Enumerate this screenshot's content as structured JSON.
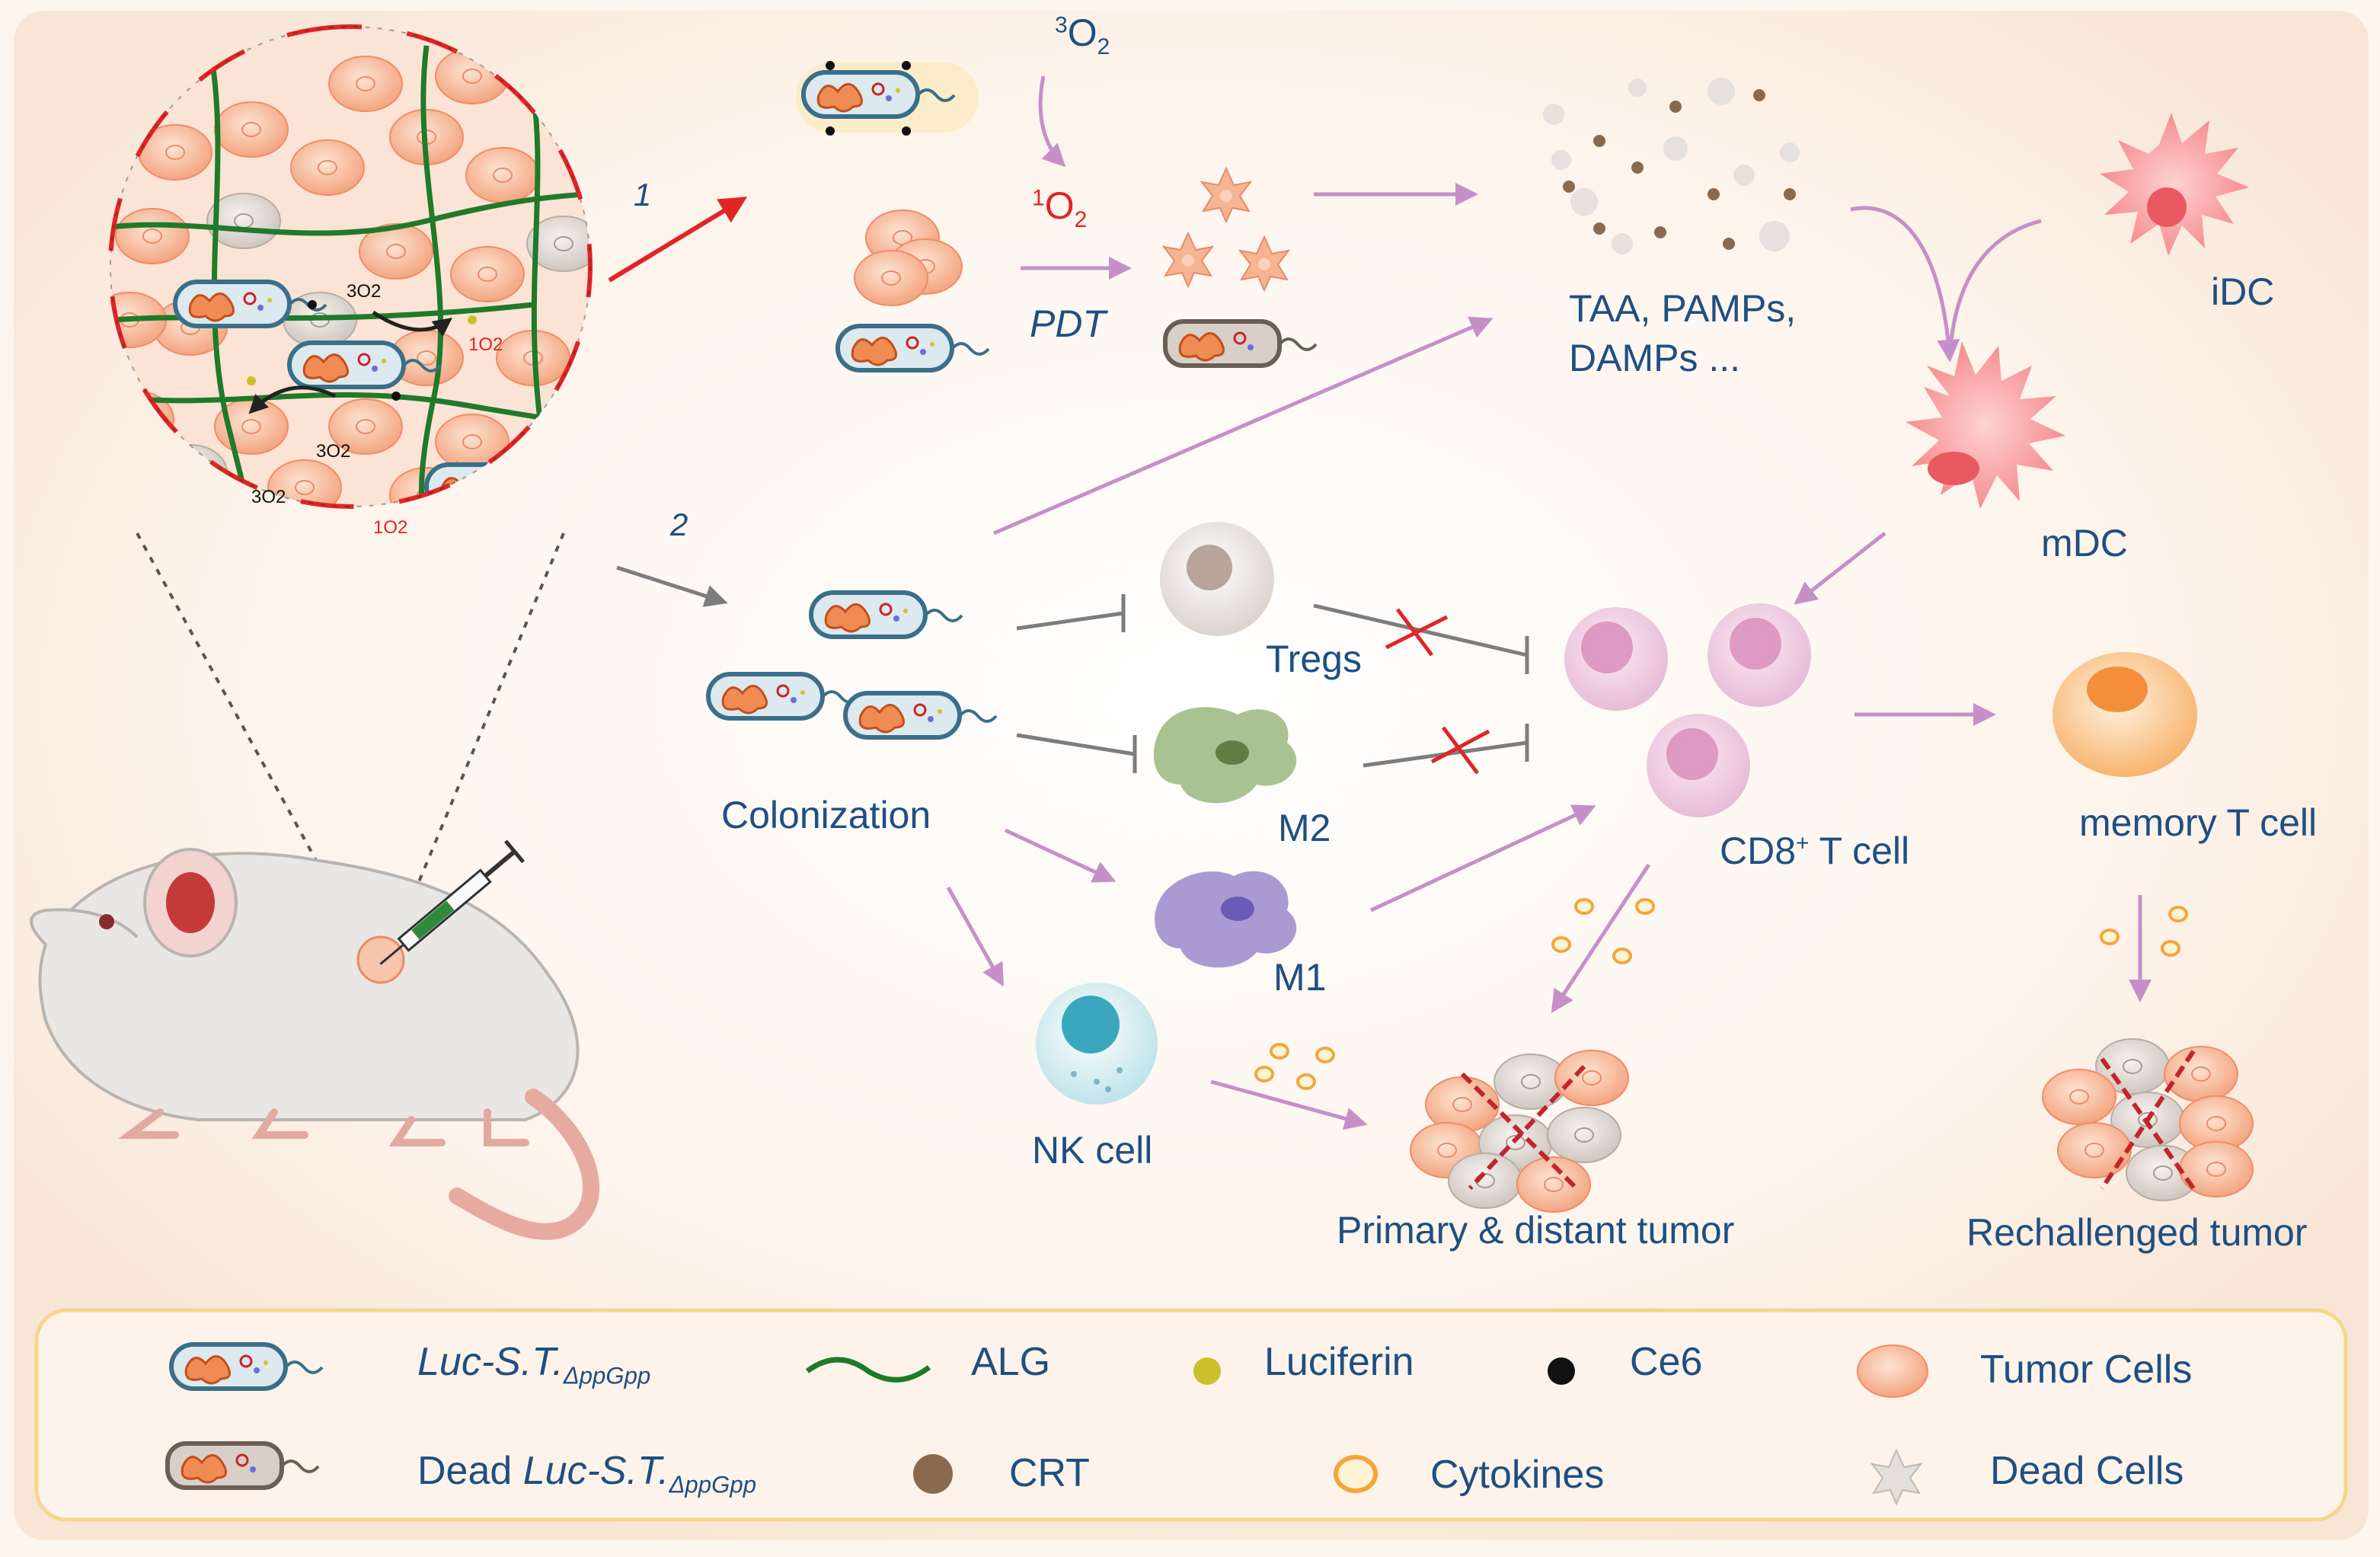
{
  "labels": {
    "step1": "1",
    "step2": "2",
    "o2_ground": "3O2",
    "o2_singlet": "1O2",
    "pdt": "PDT",
    "antigens_line1": "TAA, PAMPs,",
    "antigens_line2": "DAMPs ...",
    "idc": "iDC",
    "mdc": "mDC",
    "colonization": "Colonization",
    "tregs": "Tregs",
    "m2": "M2",
    "m1": "M1",
    "nk_cell": "NK cell",
    "cd8_pre": "CD8",
    "cd8_sup": "+",
    "cd8_post": " T cell",
    "memory_t": "memory T cell",
    "primary_tumor": "Primary & distant tumor",
    "rechallenged_tumor": "Rechallenged tumor"
  },
  "inset_labels": {
    "o2_a": "3O2",
    "o2_b": "3O2",
    "o2_c": "3O2",
    "o2_d": "1O2",
    "o2_e": "1O2"
  },
  "legend": {
    "bacteria_name": "Luc-S.T.",
    "bacteria_sub": "ΔppGpp",
    "dead_prefix": "Dead ",
    "dead_name": "Luc-S.T.",
    "dead_sub": "ΔppGpp",
    "alg": "ALG",
    "luciferin": "Luciferin",
    "ce6": "Ce6",
    "tumor_cells": "Tumor Cells",
    "crt": "CRT",
    "cytokines": "Cytokines",
    "dead_cells": "Dead Cells"
  },
  "colors": {
    "text": "#1f4f82",
    "pink_arrow": "#c68fc8",
    "red_arrow": "#e02525",
    "gray_arrow": "#7d7d7d",
    "tumor_cell": "#f6b594",
    "alg_green": "#1f7a2a",
    "background": "#fdf6ef"
  }
}
